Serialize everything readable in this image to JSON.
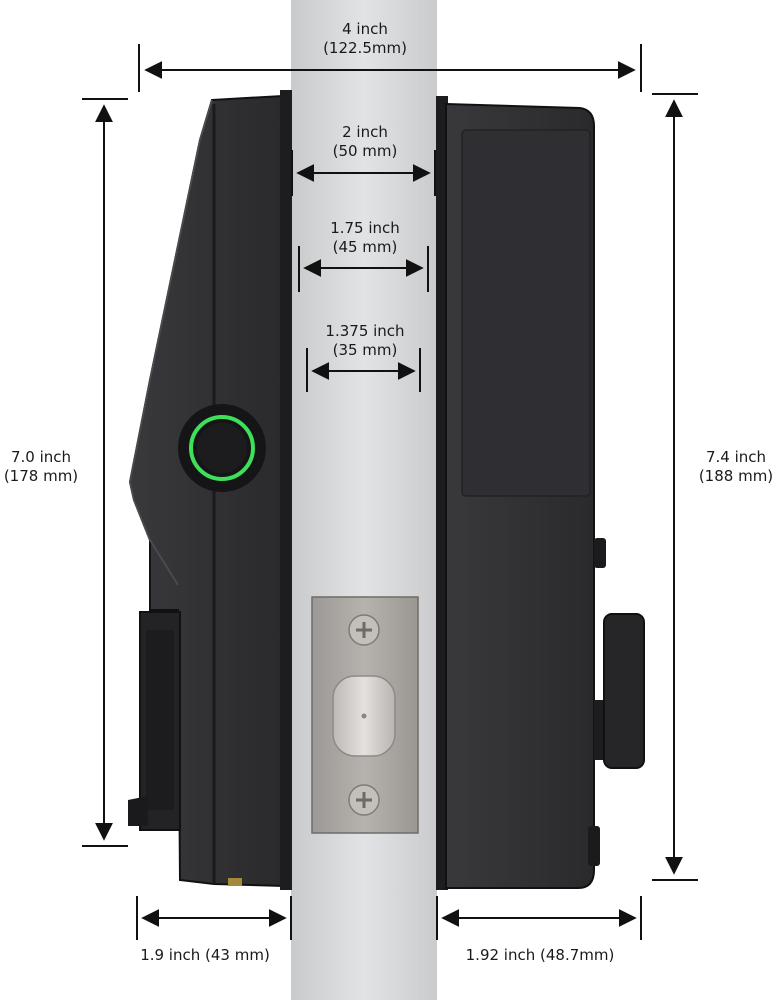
{
  "dimensions": {
    "overall_width": {
      "inch": "4 inch",
      "mm": "(122.5mm)"
    },
    "door_2": {
      "inch": "2 inch",
      "mm": "(50 mm)"
    },
    "door_175": {
      "inch": "1.75 inch",
      "mm": "(45 mm)"
    },
    "door_1375": {
      "inch": "1.375 inch",
      "mm": "(35 mm)"
    },
    "exterior_height": {
      "inch": "7.0 inch",
      "mm": "(178 mm)"
    },
    "interior_height": {
      "inch": "7.4 inch",
      "mm": "(188 mm)"
    },
    "exterior_depth": {
      "text": "1.9 inch (43 mm)"
    },
    "interior_depth": {
      "text": "1.92 inch (48.7mm)"
    }
  },
  "colors": {
    "lock_body": "#2b2b2e",
    "lock_edge": "#111113",
    "fingerprint_ring": "#3ee05a",
    "door": "#d4d6d8",
    "strike_plate": "#a7a39f",
    "bolt": "#cfccc8",
    "line": "#111111"
  },
  "icons": {
    "fingerprint_sensor": "fingerprint-sensor-icon",
    "screw": "screw-icon"
  }
}
